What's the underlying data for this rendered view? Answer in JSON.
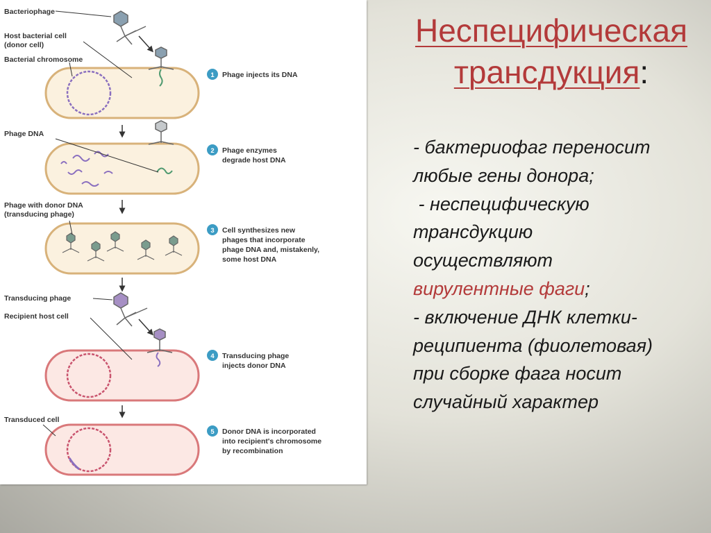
{
  "slide": {
    "title_line1": "Неспецифическая",
    "title_line2": "трансдукция",
    "title_colon": ":",
    "bullets": [
      "- бактериофаг переносит",
      "любые гены донора;",
      " - неспецифическую",
      "трансдукцию",
      "осуществляют",
      "вирулентные фаги",
      ";",
      "- включение ДНК клетки-",
      "реципиента (фиолетовая)",
      "при сборке фага носит",
      "случайный характер"
    ]
  },
  "figure": {
    "labels": {
      "bacteriophage": "Bacteriophage",
      "host_cell_1": "Host bacterial cell",
      "host_cell_2": "(donor cell)",
      "bacterial_chromosome": "Bacterial chromosome",
      "phage_dna": "Phage DNA",
      "phage_with_donor_1": "Phage with donor DNA",
      "phage_with_donor_2": "(transducing phage)",
      "transducing_phage": "Transducing phage",
      "recipient_host_cell": "Recipient host cell",
      "transduced_cell": "Transduced cell"
    },
    "steps": [
      {
        "num": "1",
        "lines": [
          "Phage injects its DNA"
        ]
      },
      {
        "num": "2",
        "lines": [
          "Phage enzymes",
          "degrade host DNA"
        ]
      },
      {
        "num": "3",
        "lines": [
          "Cell synthesizes new",
          "phages that incorporate",
          "phage DNA and, mistakenly,",
          "some host DNA"
        ]
      },
      {
        "num": "4",
        "lines": [
          "Transducing phage",
          "injects donor DNA"
        ]
      },
      {
        "num": "5",
        "lines": [
          "Donor DNA is incorporated",
          "into recipient's chromosome",
          "by recombination"
        ]
      }
    ],
    "colors": {
      "donor_cell_border": "#d8b27a",
      "donor_cell_fill": "#fbf1df",
      "recipient_cell_border": "#d9787a",
      "recipient_cell_fill": "#fce8e4",
      "host_dna": "#8a6fbf",
      "recipient_dna": "#c9546e",
      "phage_dna": "#4f9a70",
      "step_badge": "#3c9cc4"
    }
  }
}
